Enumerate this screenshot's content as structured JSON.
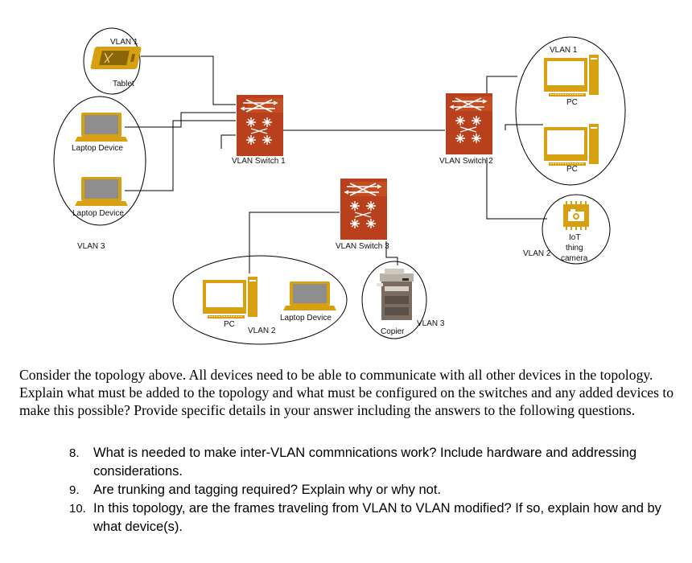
{
  "groups": {
    "vlan1_tablet": "VLAN 1",
    "vlan3_laptops": "VLAN 3",
    "vlan1_pcs": "VLAN 1",
    "vlan2_iot": "VLAN 2",
    "vlan2_pc_laptop": "VLAN 2",
    "vlan3_copier": "VLAN 3"
  },
  "switches": {
    "switch1": "VLAN Switch 1",
    "switch2": "VLAN Switch 2",
    "switch3": "VLAN Switch 3"
  },
  "devices": {
    "tablet": "Tablet",
    "laptop_top": "Laptop Device",
    "laptop_bottom": "Laptop Device",
    "pc_top": "PC",
    "pc_bottom": "PC",
    "iot_line1": "IoT",
    "iot_line2": "thing",
    "iot_line3": "camera",
    "pc_vlan2": "PC",
    "laptop_vlan2": "Laptop Device",
    "copier": "Copier"
  },
  "icons": {
    "switch": "layer3-switch-icon",
    "laptop": "laptop-icon",
    "desktop": "desktop-pc-icon",
    "tablet": "tablet-icon",
    "camera": "iot-camera-icon",
    "copier": "copier-icon"
  },
  "colors": {
    "device_gold": "#d6a010",
    "switch_red": "#b8401c",
    "screen_gray": "#8e8e8e"
  },
  "prompt": "Consider the topology above. All devices need to be able to communicate with all other devices in the topology. Explain what must be added to the topology and what must be configured on the switches and any added devices to make this possible? Provide specific details in your answer including the answers to the following questions.",
  "questions": [
    {
      "number": "8.",
      "text": "What is needed to make inter-VLAN commnications work? Include hardware and addressing considerations."
    },
    {
      "number": "9.",
      "text": "Are trunking and tagging required?  Explain why or why not."
    },
    {
      "number": "10.",
      "text": "In this topology, are the frames traveling from VLAN to VLAN modified? If so, explain how and by what device(s)."
    }
  ]
}
